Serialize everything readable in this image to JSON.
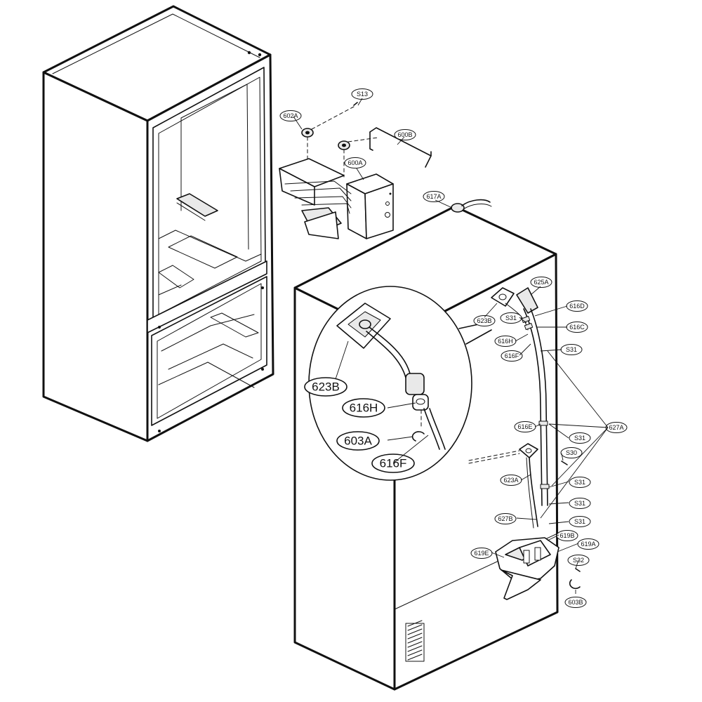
{
  "callouts": [
    {
      "id": "s13",
      "text": "S13"
    },
    {
      "id": "602a",
      "text": "602A"
    },
    {
      "id": "600b",
      "text": "600B"
    },
    {
      "id": "600a",
      "text": "600A"
    },
    {
      "id": "617a",
      "text": "617A"
    },
    {
      "id": "625a",
      "text": "625A"
    },
    {
      "id": "616d",
      "text": "616D"
    },
    {
      "id": "623b-small",
      "text": "623B"
    },
    {
      "id": "s31-a",
      "text": "S31"
    },
    {
      "id": "616c",
      "text": "616C"
    },
    {
      "id": "616h-small",
      "text": "616H"
    },
    {
      "id": "616f-small",
      "text": "616F"
    },
    {
      "id": "s31-b",
      "text": "S31"
    },
    {
      "id": "616e",
      "text": "616E"
    },
    {
      "id": "627a",
      "text": "627A"
    },
    {
      "id": "s31-c",
      "text": "S31"
    },
    {
      "id": "s30",
      "text": "S30"
    },
    {
      "id": "623a",
      "text": "623A"
    },
    {
      "id": "s31-d",
      "text": "S31"
    },
    {
      "id": "s31-e",
      "text": "S31"
    },
    {
      "id": "627b",
      "text": "627B"
    },
    {
      "id": "s31-f",
      "text": "S31"
    },
    {
      "id": "619b",
      "text": "619B"
    },
    {
      "id": "619a",
      "text": "619A"
    },
    {
      "id": "619e",
      "text": "619E"
    },
    {
      "id": "s32",
      "text": "S32"
    },
    {
      "id": "603b",
      "text": "603B"
    }
  ],
  "detail_callouts": [
    {
      "id": "623b-large",
      "text": "623B"
    },
    {
      "id": "616h-large",
      "text": "616H"
    },
    {
      "id": "603a-large",
      "text": "603A"
    },
    {
      "id": "616f-large",
      "text": "616F"
    }
  ]
}
